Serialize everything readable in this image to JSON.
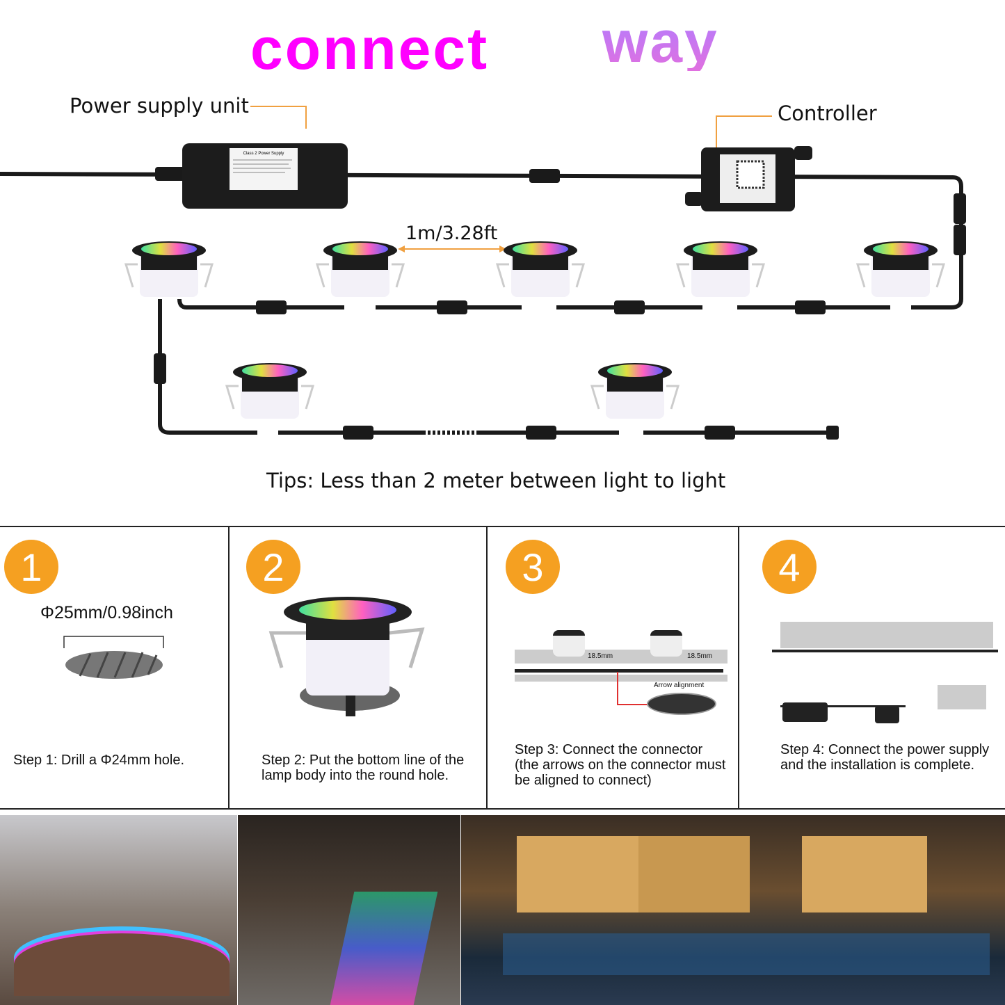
{
  "title": {
    "word1": "connect",
    "word2": "way",
    "color1": "#ff00ff",
    "color2": "#c77bff"
  },
  "diagram": {
    "power_supply_label": "Power supply unit",
    "controller_label": "Controller",
    "distance_label": "1m/3.28ft",
    "tips": "Tips: Less than 2 meter between light to light",
    "psu_sticker": "Class 2 Power Supply"
  },
  "steps": [
    {
      "number": "1",
      "caption": "Φ25mm/0.98inch",
      "text": "Step 1: Drill a Φ24mm hole."
    },
    {
      "number": "2",
      "text": "Step 2: Put the bottom line of the lamp body into the round hole."
    },
    {
      "number": "3",
      "dim1": "18.5mm",
      "dim2": "18.5mm",
      "callout": "Arrow alignment",
      "text": "Step 3: Connect the connector (the arrows on the connector must be aligned to connect)"
    },
    {
      "number": "4",
      "text": "Step 4: Connect the power supply and the installation is complete."
    }
  ],
  "colors": {
    "accent": "#f5a021",
    "line": "#f0a040"
  }
}
